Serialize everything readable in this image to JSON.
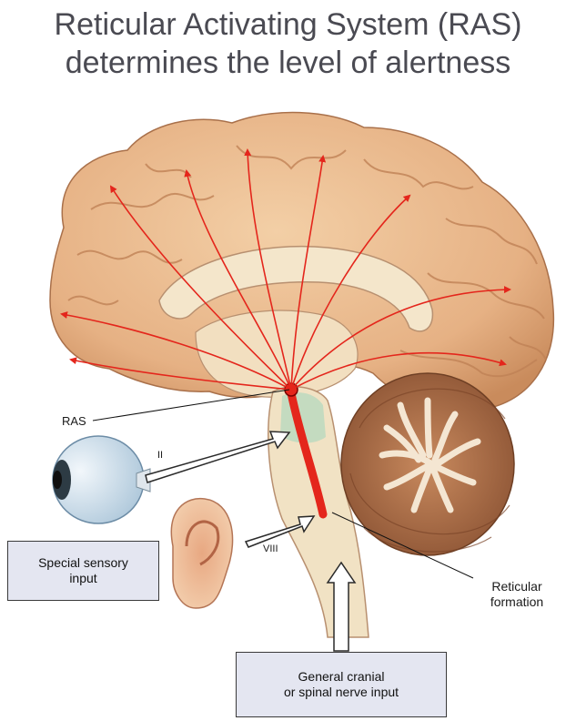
{
  "title": {
    "line1": "Reticular Activating System (RAS)",
    "line2": "determines the level of alertness"
  },
  "labels": {
    "ras": "RAS",
    "reticular_formation_line1": "Reticular",
    "reticular_formation_line2": "formation",
    "nerve_ii": "II",
    "nerve_viii": "VIII"
  },
  "boxes": {
    "special_line1": "Special sensory",
    "special_line2": "input",
    "general_line1": "General cranial",
    "general_line2": "or spinal nerve input"
  },
  "colors": {
    "pathway_red": "#e4261c",
    "brain_tan": "#e9b98d",
    "box_fill": "#e4e6f1",
    "title_gray": "#4a4a52"
  }
}
